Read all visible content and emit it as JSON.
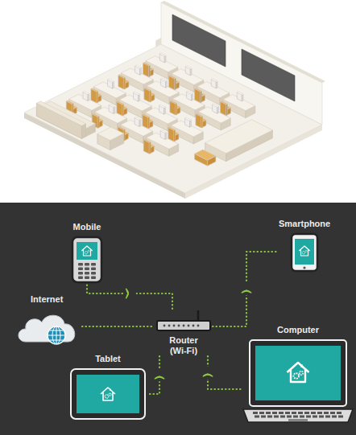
{
  "diagram": {
    "nodes": [
      {
        "text": [
          "Mobile"
        ]
      },
      {
        "text": [
          "Smartphone"
        ]
      },
      {
        "text": [
          "Internet"
        ]
      },
      {
        "text": [
          "Router (Wi-Fi)"
        ]
      },
      {
        "text": [
          "Tablet"
        ]
      },
      {
        "text": [
          "Computer"
        ]
      }
    ],
    "edges": [
      {
        "from": 3,
        "to": 0,
        "arrow": "none"
      },
      {
        "from": 3,
        "to": 1,
        "arrow": "none"
      },
      {
        "from": 2,
        "to": 3,
        "arrow": "none"
      },
      {
        "from": 3,
        "to": 4,
        "arrow": "none"
      },
      {
        "from": 3,
        "to": 5,
        "arrow": "none"
      }
    ]
  }
}
